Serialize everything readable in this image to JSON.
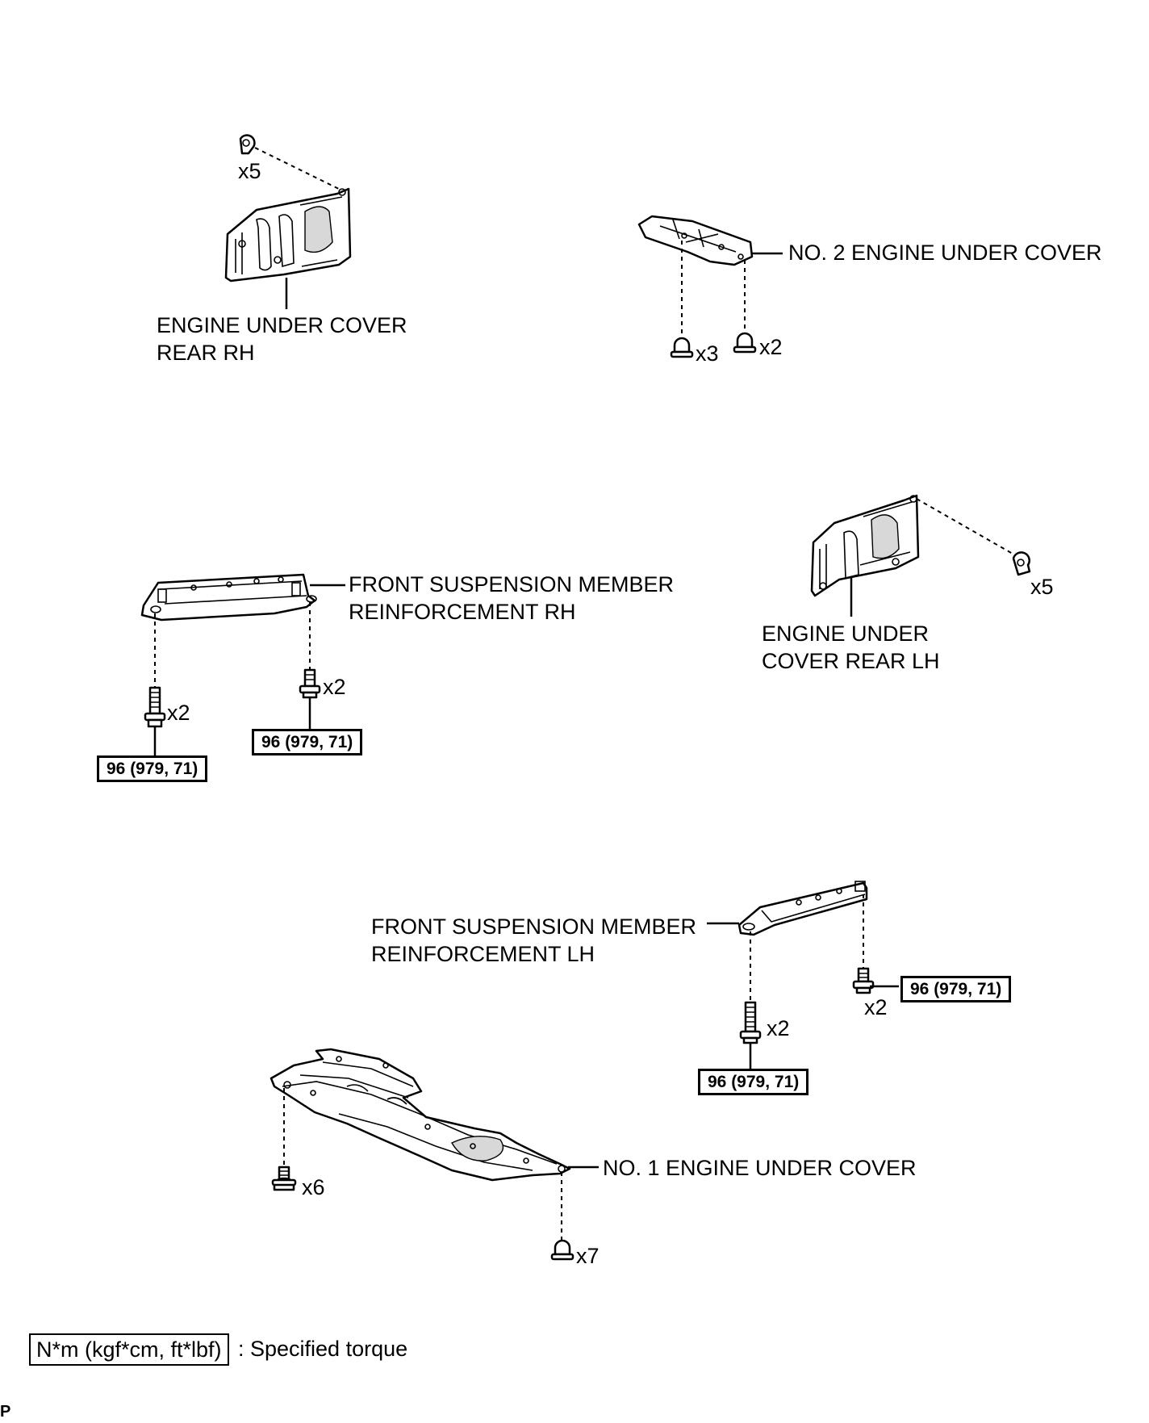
{
  "parts": {
    "rear_rh": {
      "line1": "ENGINE UNDER COVER",
      "line2": "REAR RH"
    },
    "no2": {
      "label": "NO. 2 ENGINE UNDER COVER"
    },
    "fsm_rh": {
      "line1": "FRONT SUSPENSION MEMBER",
      "line2": "REINFORCEMENT RH"
    },
    "rear_lh": {
      "line1": "ENGINE UNDER",
      "line2": "COVER REAR LH"
    },
    "fsm_lh": {
      "line1": "FRONT SUSPENSION MEMBER",
      "line2": "REINFORCEMENT LH"
    },
    "no1": {
      "label": "NO. 1 ENGINE UNDER COVER"
    }
  },
  "fastener_counts": {
    "rear_rh_clips": "x5",
    "no2_left": "x3",
    "no2_right": "x2",
    "fsm_rh_left": "x2",
    "fsm_rh_right": "x2",
    "rear_lh_clips": "x5",
    "fsm_lh_left": "x2",
    "fsm_lh_right": "x2",
    "no1_left": "x6",
    "no1_right": "x7"
  },
  "torques": {
    "fsm_rh_left": "96 (979, 71)",
    "fsm_rh_right": "96 (979, 71)",
    "fsm_lh_right": "96 (979, 71)",
    "fsm_lh_left": "96 (979, 71)"
  },
  "legend": {
    "unit": "N*m (kgf*cm, ft*lbf)",
    "text": ": Specified torque"
  },
  "corner_mark": "P"
}
